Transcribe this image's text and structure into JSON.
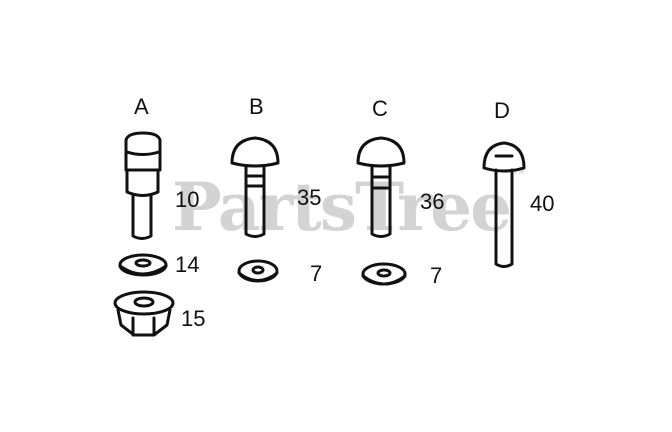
{
  "watermark": {
    "text": "PartsTree",
    "mark": "™"
  },
  "groups": [
    {
      "letter": "A",
      "bolt_ref": "10",
      "nut_ref": "14",
      "lock_ref": "15"
    },
    {
      "letter": "B",
      "bolt_ref": "35",
      "nut_ref": "7"
    },
    {
      "letter": "C",
      "bolt_ref": "36",
      "nut_ref": "7"
    },
    {
      "letter": "D",
      "bolt_ref": "40"
    }
  ],
  "colors": {
    "ink": "#111111",
    "watermark": "#d3d3d3",
    "background": "#ffffff"
  }
}
